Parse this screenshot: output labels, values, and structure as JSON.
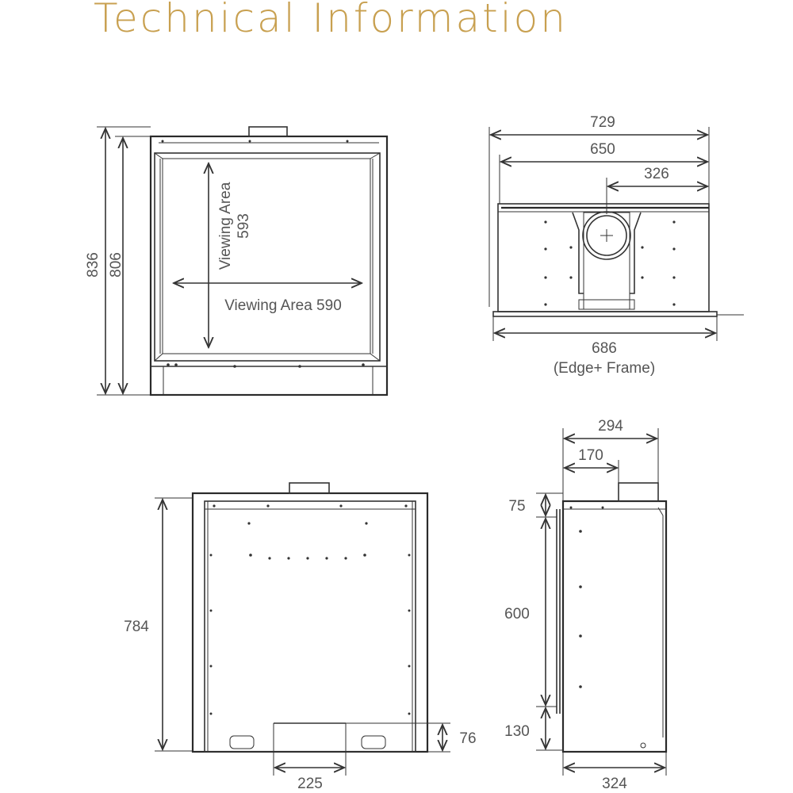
{
  "title": "Technical Information",
  "front_view": {
    "dim_836": "836",
    "dim_806": "806",
    "viewing_area_label": "Viewing Area",
    "viewing_height": "593",
    "viewing_width_label": "Viewing Area 590"
  },
  "top_view": {
    "dim_729": "729",
    "dim_650": "650",
    "dim_326": "326",
    "dim_686": "686",
    "edge_frame_label": "(Edge+ Frame)"
  },
  "rear_view": {
    "dim_784": "784",
    "dim_76": "76",
    "dim_225": "225"
  },
  "side_view": {
    "dim_294": "294",
    "dim_170": "170",
    "dim_75": "75",
    "dim_600": "600",
    "dim_130": "130",
    "dim_324": "324"
  }
}
